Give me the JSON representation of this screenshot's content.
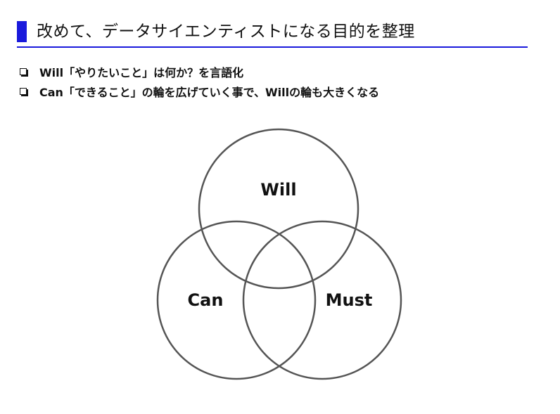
{
  "slide": {
    "title": "改めて、データサイエンティストになる目的を整理",
    "bullets": [
      "Will「やりたいこと」は何か？を言語化",
      "Can「できること」の輪を広げていく事で、Willの輪も大きくなる"
    ]
  },
  "diagram": {
    "circles": [
      {
        "label": "Will"
      },
      {
        "label": "Can"
      },
      {
        "label": "Must"
      }
    ]
  },
  "colors": {
    "accent": "#1a1adc",
    "text": "#111111",
    "circle_stroke": "#555555"
  }
}
